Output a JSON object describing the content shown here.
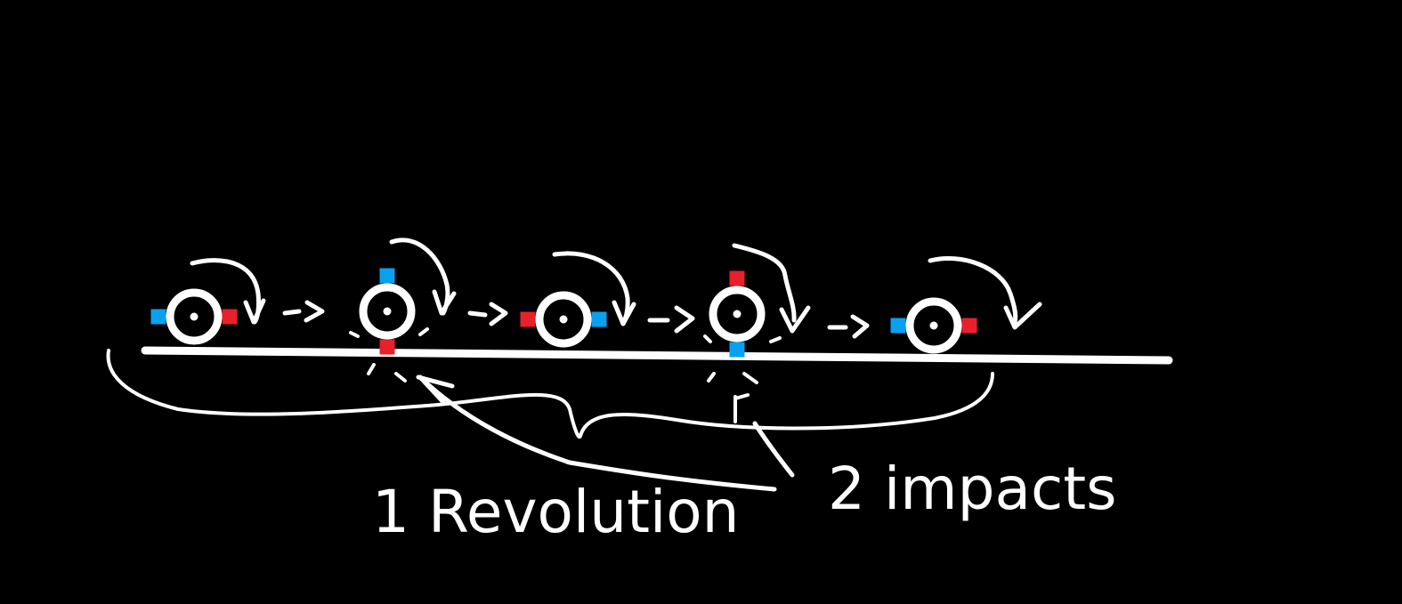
{
  "background_color": "#000000",
  "stroke_color": "#ffffff",
  "marker_colors": {
    "blue": "#0aa0f0",
    "red": "#e8202a"
  },
  "wheel_states": [
    {
      "blue_marker": "left",
      "red_marker": "right"
    },
    {
      "blue_marker": "top",
      "red_marker": "bottom",
      "impact": true
    },
    {
      "blue_marker": "right",
      "red_marker": "left"
    },
    {
      "blue_marker": "bottom",
      "red_marker": "top",
      "impact": true
    },
    {
      "blue_marker": "left",
      "red_marker": "right"
    }
  ],
  "labels": {
    "one_revolution": "1 Revolution",
    "two_impacts": "2 impacts"
  }
}
